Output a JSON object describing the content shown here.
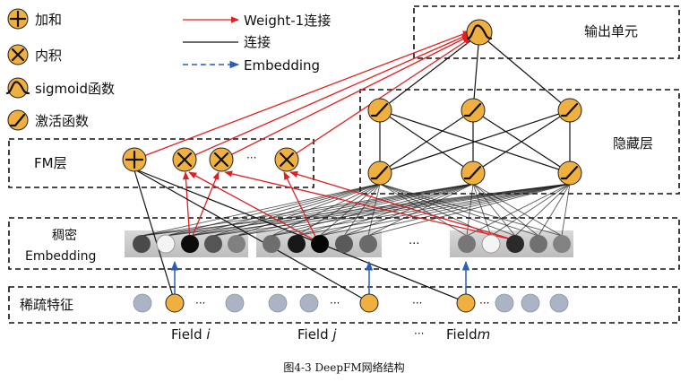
{
  "legend": {
    "sum": "加和",
    "inner_product": "内积",
    "sigmoid": "sigmoid函数",
    "activation": "激活函数",
    "weight_edge": "Weight-1连接",
    "edge": "连接",
    "embedding_edge": "Embedding"
  },
  "layers": {
    "output": "输出单元",
    "hidden": "隐藏层",
    "fm": "FM层",
    "dense_line1": "稠密",
    "dense_line2": "Embedding",
    "sparse": "稀疏特征"
  },
  "ellipsis": "···",
  "fields": {
    "field_i_text": "Field",
    "field_i_var": "i",
    "field_j_text": "Field",
    "field_j_var": "j",
    "field_m_text": "Field",
    "field_m_var": "m"
  },
  "caption": "图4-3 DeepFM网络结构",
  "colors": {
    "node": "#f0b040",
    "weight_edge": "#e02020",
    "edge": "#111111",
    "embedding_edge": "#2a5cb8",
    "sparse_node": "#aab4c4"
  }
}
